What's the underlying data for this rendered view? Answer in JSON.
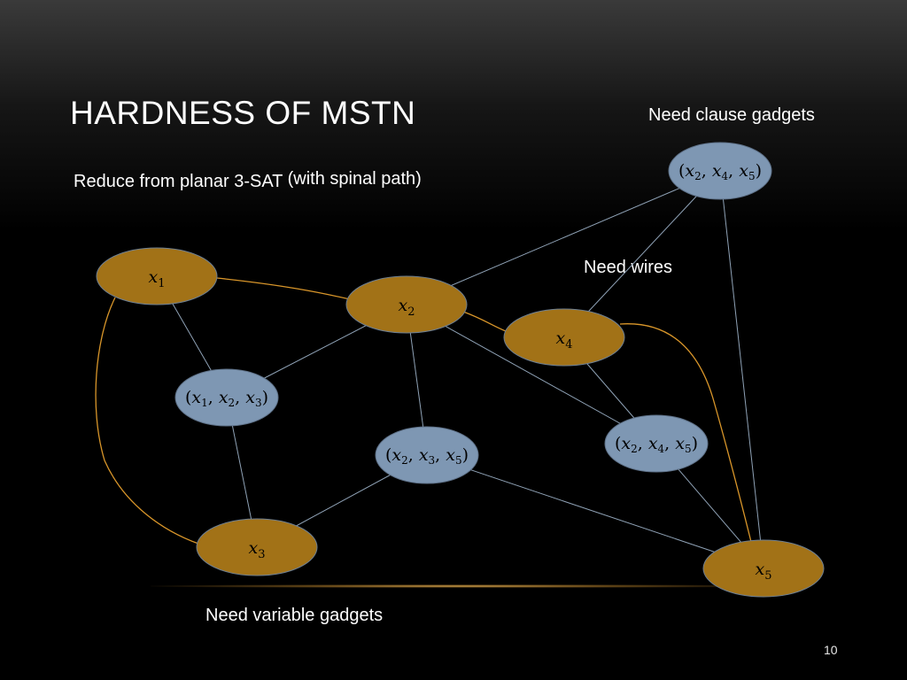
{
  "slide": {
    "title": "Hardness of MSTN",
    "subtitle_main": "Reduce from planar 3-SAT",
    "subtitle_paren": "(with spinal path)",
    "page_number": "10"
  },
  "annotations": {
    "clause": "Need clause gadgets",
    "wires": "Need wires",
    "variable": "Need variable gadgets"
  },
  "colors": {
    "variable_node": "#a27217",
    "clause_node": "#7e97b3",
    "gray_edge": "#8fa2b6",
    "orange_edge": "#d9962a",
    "background": "#000000"
  },
  "variables": [
    {
      "id": "x1",
      "name": "x",
      "sub": "1"
    },
    {
      "id": "x2",
      "name": "x",
      "sub": "2"
    },
    {
      "id": "x3",
      "name": "x",
      "sub": "3"
    },
    {
      "id": "x4",
      "name": "x",
      "sub": "4"
    },
    {
      "id": "x5",
      "name": "x",
      "sub": "5"
    }
  ],
  "clauses": [
    {
      "id": "c245a",
      "vars": [
        "2",
        "4",
        "5"
      ]
    },
    {
      "id": "c123",
      "vars": [
        "1",
        "2",
        "3"
      ]
    },
    {
      "id": "c235",
      "vars": [
        "2",
        "3",
        "5"
      ]
    },
    {
      "id": "c245b",
      "vars": [
        "2",
        "4",
        "5"
      ]
    }
  ],
  "edges_gray": [
    [
      "x1",
      "c123"
    ],
    [
      "x2",
      "c123"
    ],
    [
      "x3",
      "c123"
    ],
    [
      "x2",
      "c235"
    ],
    [
      "x3",
      "c235"
    ],
    [
      "x5",
      "c235"
    ],
    [
      "x2",
      "c245b"
    ],
    [
      "x4",
      "c245b"
    ],
    [
      "x5",
      "c245b"
    ],
    [
      "x2",
      "c245a"
    ],
    [
      "x4",
      "c245a"
    ],
    [
      "x5",
      "c245a"
    ]
  ],
  "edges_orange": [
    [
      "x1",
      "x2"
    ],
    [
      "x2",
      "x4"
    ],
    [
      "x4",
      "x5"
    ],
    [
      "x1",
      "x3"
    ]
  ]
}
